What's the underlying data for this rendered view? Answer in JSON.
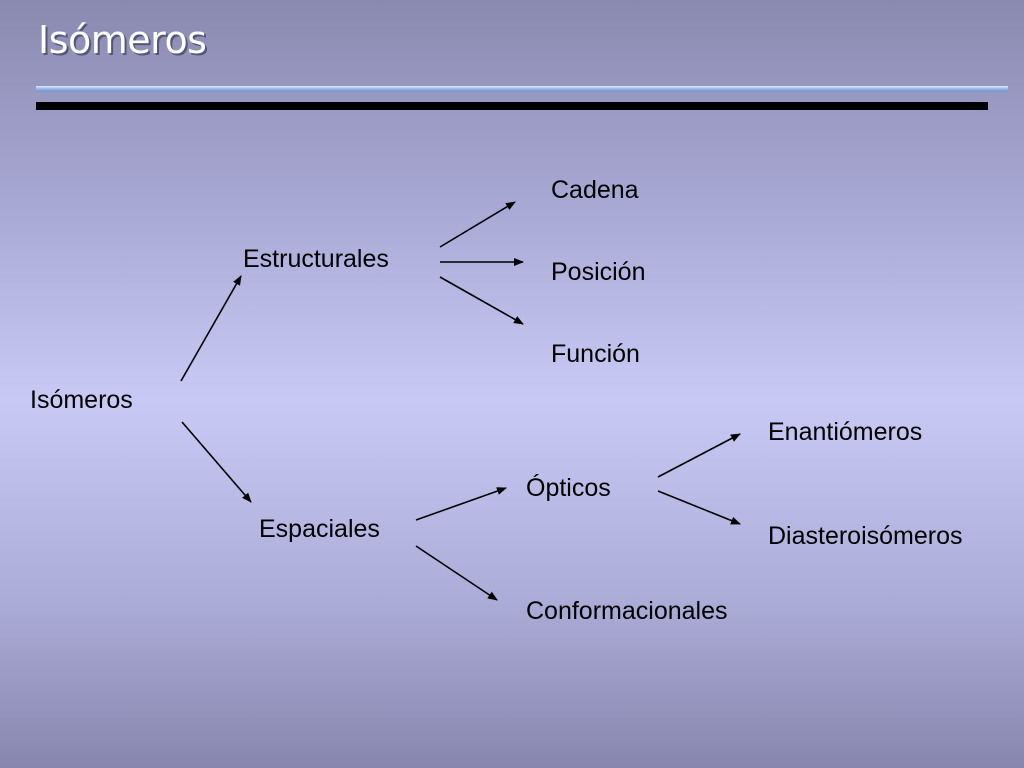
{
  "slide": {
    "title": "Isómeros"
  },
  "diagram": {
    "root": "Isómeros",
    "structural": {
      "label": "Estructurales",
      "children": [
        "Cadena",
        "Posición",
        "Función"
      ]
    },
    "spatial": {
      "label": "Espaciales",
      "children": {
        "optical": {
          "label": "Ópticos",
          "children": [
            "Enantiómeros",
            "Diasteroisómeros"
          ]
        },
        "conformational": "Conformacionales"
      }
    }
  },
  "colors": {
    "text": "#000000",
    "title": "#ffffff",
    "background_mid": "#c9c9f6",
    "background_edge": "#8a8ab0",
    "rule_dark": "#000000",
    "rule_light": "#8fb0e2"
  }
}
